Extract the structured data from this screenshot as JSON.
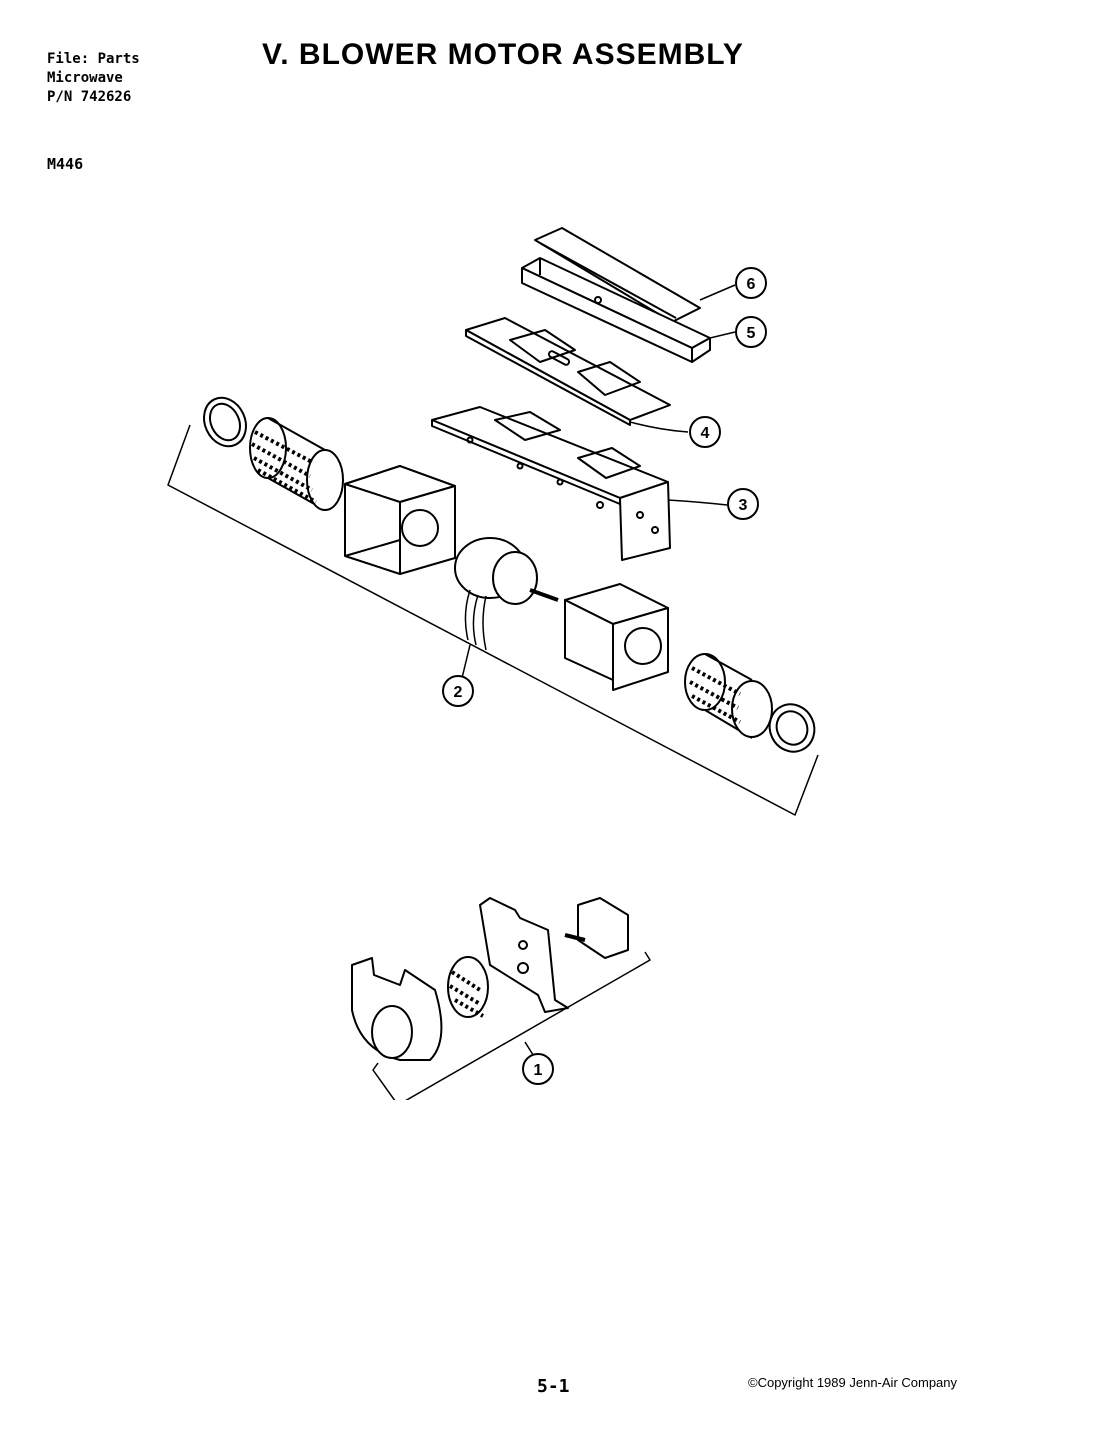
{
  "header": {
    "file_label": "File: Parts",
    "product": "Microwave",
    "part_number": "P/N 742626",
    "model": "M446"
  },
  "title": "V. BLOWER MOTOR ASSEMBLY",
  "callouts": [
    "1",
    "2",
    "3",
    "4",
    "5",
    "6"
  ],
  "footer": {
    "page": "5-1",
    "copyright": "©Copyright 1989 Jenn-Air Company"
  }
}
